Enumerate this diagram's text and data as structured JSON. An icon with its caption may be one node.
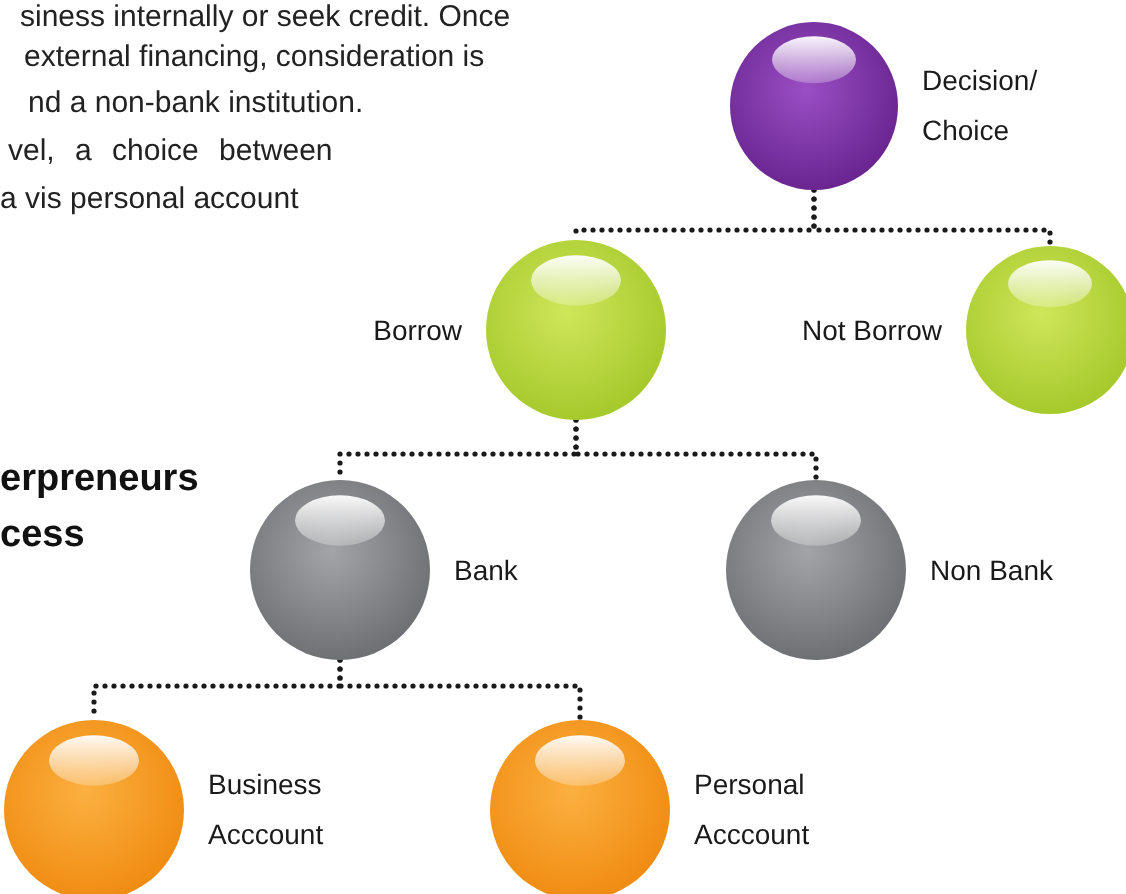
{
  "diagram": {
    "nodes": [
      {
        "text": [
          "Decision/ Choice"
        ]
      },
      {
        "text": [
          "Borrow"
        ]
      },
      {
        "text": [
          "Not Borrow"
        ]
      },
      {
        "text": [
          "Bank"
        ]
      },
      {
        "text": [
          "Non Bank"
        ]
      },
      {
        "text": [
          "Business Acccount"
        ]
      },
      {
        "text": [
          "Personal Acccount"
        ]
      }
    ],
    "edges": [
      {
        "from": 0,
        "to": 1,
        "arrow": "none",
        "style": "dashed"
      },
      {
        "from": 0,
        "to": 2,
        "arrow": "none",
        "style": "dashed"
      },
      {
        "from": 1,
        "to": 3,
        "arrow": "none",
        "style": "dashed"
      },
      {
        "from": 1,
        "to": 4,
        "arrow": "none",
        "style": "dashed"
      },
      {
        "from": 3,
        "to": 5,
        "arrow": "none",
        "style": "dashed"
      },
      {
        "from": 3,
        "to": 6,
        "arrow": "none",
        "style": "dashed"
      }
    ],
    "labels": [
      "siness internally or seek credit. Once",
      "external financing, consideration is",
      "nd a non-bank institution.",
      "vel, a choice between",
      "a vis personal account",
      "erpreneurs",
      "cess"
    ]
  }
}
